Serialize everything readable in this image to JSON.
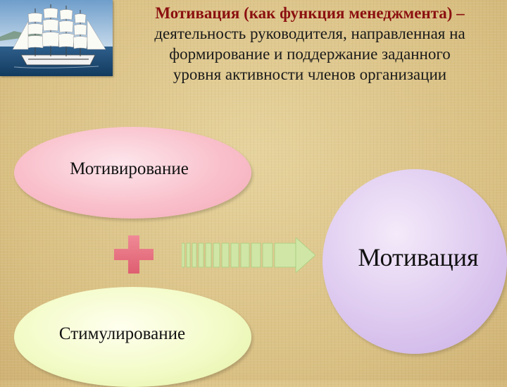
{
  "title": {
    "term": "Мотивация (как функция менеджмента) –",
    "definition_lines": [
      "деятельность руководителя, направленная на",
      "формирование и поддержание заданного",
      "уровня активности членов организации"
    ]
  },
  "diagram": {
    "input1": "Мотивирование",
    "input2": "Стимулирование",
    "result": "Мотивация",
    "operator": "plus-icon",
    "connector": "striped-right-arrow-icon"
  },
  "colors": {
    "title_accent": "#8b1010",
    "ellipse_pink": "#f9c0cb",
    "ellipse_green": "#f3fbc8",
    "circle_lavender": "#ddc9ef",
    "plus_red": "#e8707f",
    "arrow_green": "#b8d98a"
  }
}
